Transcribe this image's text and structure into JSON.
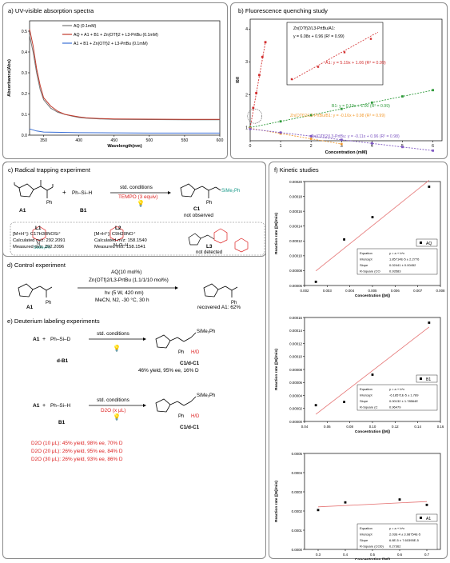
{
  "panel_a": {
    "title": "a) UV-visible absorption spectra",
    "legend": [
      "AQ (0.1mM)",
      "AQ + A1 + B1 + Zn(OTf)2 + L3-PrtBu (0.1mM)",
      "A1 + B1 + Zn(OTf)2 + L3-PrtBu (0.1mM)"
    ]
  },
  "panel_b": {
    "title": "b) Fluorescence quenching study",
    "inset_title": "Zn(OTf)2/L3-PrtBu/A1:",
    "inset_eq": "y = 6.08x + 0.96 (R² = 0.99)",
    "eq_a1": "A1: y = 5.19x + 1.06 (R² = 0.99)",
    "eq_b1": "B1: y = 0.19x + 1.00 (R² = 0.99)",
    "eq_znb1": "Zn(OTf)2/L3-PrtBu/B1: y = -0.16x + 0.98 (R² = 0.99)",
    "eq_zn": "Zn(OTf)2/L3-PrtBu: y = -0.11x + 0.96 (R² = 0.98)"
  },
  "chart_data": [
    {
      "type": "line",
      "title": "a) UV-visible absorption spectra",
      "xlabel": "Wavelength(nm)",
      "ylabel": "Absorbance(Abs)",
      "xlim": [
        330,
        600
      ],
      "ylim": [
        0,
        0.55
      ],
      "x_ticks": [
        "350",
        "400",
        "450",
        "500",
        "550",
        "600"
      ],
      "y_ticks": [
        "0.0",
        "0.1",
        "0.2",
        "0.3",
        "0.4",
        "0.5"
      ],
      "series": [
        {
          "name": "AQ (0.1mM)",
          "color": "#777777",
          "x": [
            330,
            335,
            340,
            345,
            350,
            360,
            370,
            380,
            390,
            400,
            410,
            420,
            430,
            450,
            500,
            550,
            600
          ],
          "y": [
            0.48,
            0.4,
            0.3,
            0.22,
            0.17,
            0.13,
            0.11,
            0.1,
            0.092,
            0.085,
            0.082,
            0.08,
            0.078,
            0.076,
            0.075,
            0.074,
            0.074
          ]
        },
        {
          "name": "AQ + A1 + B1 + Zn(OTf)2 + L3-PrtBu (0.1mM)",
          "color": "#c0392b",
          "x": [
            330,
            335,
            340,
            345,
            350,
            360,
            370,
            380,
            390,
            400,
            410,
            420,
            430,
            450,
            500,
            550,
            600
          ],
          "y": [
            0.51,
            0.43,
            0.32,
            0.24,
            0.18,
            0.14,
            0.115,
            0.1,
            0.094,
            0.088,
            0.084,
            0.082,
            0.08,
            0.078,
            0.077,
            0.076,
            0.076
          ]
        },
        {
          "name": "A1 + B1 + Zn(OTf)2 + L3-PrtBu (0.1mM)",
          "color": "#3a6fd6",
          "x": [
            330,
            340,
            350,
            400,
            450,
            500,
            550,
            600
          ],
          "y": [
            0.03,
            0.02,
            0.015,
            0.012,
            0.011,
            0.01,
            0.01,
            0.01
          ]
        }
      ]
    },
    {
      "type": "scatter",
      "title": "b) Fluorescence quenching study",
      "xlabel": "Concentration (mM)",
      "ylabel": "I0/I",
      "xlim": [
        0,
        6.3
      ],
      "ylim": [
        0.6,
        4.3
      ],
      "x_ticks": [
        "0",
        "1",
        "2",
        "3",
        "4",
        "5",
        "6"
      ],
      "y_ticks": [
        "1",
        "2",
        "3",
        "4"
      ],
      "series": [
        {
          "name": "A1",
          "color": "#d32f2f",
          "x": [
            0,
            0.1,
            0.2,
            0.3,
            0.4,
            0.5
          ],
          "y": [
            1.0,
            1.6,
            2.05,
            2.6,
            3.15,
            3.6
          ]
        },
        {
          "name": "B1",
          "color": "#2e9a3a",
          "x": [
            0,
            1,
            2,
            3,
            4,
            5,
            6
          ],
          "y": [
            1.0,
            1.19,
            1.38,
            1.57,
            1.76,
            1.95,
            2.14
          ]
        },
        {
          "name": "Zn(OTf)2/L3-PrtBu/B1",
          "color": "#f39c32",
          "x": [
            0,
            1,
            2,
            3
          ],
          "y": [
            0.98,
            0.82,
            0.66,
            0.5
          ]
        },
        {
          "name": "Zn(OTf)2/L3-PrtBu",
          "color": "#7e57c2",
          "x": [
            0,
            1,
            2,
            3,
            4,
            5,
            6
          ],
          "y": [
            0.96,
            0.85,
            0.74,
            0.63,
            0.52,
            0.41,
            0.3
          ]
        }
      ]
    },
    {
      "type": "scatter",
      "xlabel": "Concentration ([M])",
      "ylabel": "Reaction rate ([M]/min)",
      "xlim": [
        0.002,
        0.008
      ],
      "ylim": [
        6e-05,
        0.0002
      ],
      "x_ticks": [
        "0.002",
        "0.003",
        "0.004",
        "0.005",
        "0.006",
        "0.007",
        "0.008"
      ],
      "y_ticks": [
        "0.00006",
        "0.00008",
        "0.00010",
        "0.00012",
        "0.00014",
        "0.00016",
        "0.00018",
        "0.00020"
      ],
      "legend": "AQ",
      "table": [
        [
          "Equation",
          "y = a + b*x"
        ],
        [
          "Intercept",
          "1.85714E-5 ± 2.2776"
        ],
        [
          "Slope",
          "0.02441 ± 0.00452"
        ],
        [
          "R-Square (CO",
          "0.93583"
        ]
      ],
      "series": [
        {
          "name": "AQ",
          "x": [
            0.0025,
            0.00375,
            0.005,
            0.0075
          ],
          "y": [
            6.5e-05,
            0.000122,
            0.000152,
            0.000193
          ]
        }
      ]
    },
    {
      "type": "scatter",
      "xlabel": "Concentration ([M])",
      "ylabel": "Reaction rate ([M]/min)",
      "xlim": [
        0.04,
        0.16
      ],
      "ylim": [
        0,
        0.00016
      ],
      "x_ticks": [
        "0.04",
        "0.06",
        "0.08",
        "0.10",
        "0.12",
        "0.14",
        "0.16"
      ],
      "y_ticks": [
        "0.00000",
        "0.00002",
        "0.00004",
        "0.00006",
        "0.00008",
        "0.00010",
        "0.00012",
        "0.00014",
        "0.00016"
      ],
      "legend": "B1",
      "table": [
        [
          "Equation",
          "y = a + b*x"
        ],
        [
          "Intercept",
          "-6.18571E-5 ± 1.789"
        ],
        [
          "Slope",
          "0.00132 ± 1.78564E"
        ],
        [
          "R-Square (C",
          "0.96479"
        ]
      ],
      "series": [
        {
          "name": "B1",
          "x": [
            0.05,
            0.075,
            0.1,
            0.15
          ],
          "y": [
            2.5e-05,
            3e-05,
            7.2e-05,
            0.000152
          ]
        }
      ]
    },
    {
      "type": "scatter",
      "xlabel": "Concentration ([M])",
      "ylabel": "Reaction rate ([M]/min)",
      "xlim": [
        0.25,
        0.75
      ],
      "ylim": [
        0,
        0.0005
      ],
      "x_ticks": [
        "0.3",
        "0.4",
        "0.5",
        "0.6",
        "0.7"
      ],
      "y_ticks": [
        "0.0000",
        "0.0001",
        "0.0002",
        "0.0003",
        "0.0004",
        "0.0005"
      ],
      "legend": "A1",
      "table": [
        [
          "Equation",
          "y = a + b*x"
        ],
        [
          "Intercept",
          "2.03E-4 ± 3.98754E-5"
        ],
        [
          "Slope",
          "6.8E-5 ± 7.60395E-5"
        ],
        [
          "R-Square (COD)",
          "0.27362"
        ]
      ],
      "series": [
        {
          "name": "A1",
          "x": [
            0.3,
            0.4,
            0.6,
            0.7
          ],
          "y": [
            0.000205,
            0.000245,
            0.00026,
            0.000232
          ]
        }
      ]
    }
  ],
  "panel_c": {
    "title": "c) Radical trapping experiment",
    "arrow_top": "std. conditions",
    "arrow_bottom": "TEMPO (3 equiv)",
    "lbl_a1": "A1",
    "lbl_b1": "B1",
    "lbl_c1": "C1",
    "c1_note": "not observed",
    "l1": "L1",
    "l1_ion": "[M+H⁺]: C17H30NOSi⁺",
    "l1_calc": "Calculated m/z: 292.2091",
    "l1_meas": "Measured m/z: 292.2096",
    "l2": "L2",
    "l2_ion": "[M+H⁺]: C9H20NO⁺",
    "l2_calc": "Calculated m/z: 158.1540",
    "l2_meas": "Measured m/z: 158.1541",
    "l3": "L3",
    "l3_note": "not detected"
  },
  "panel_d": {
    "title": "d) Control experiment",
    "cond1": "AQ(10 mol%)",
    "cond2": "Zn(OTf)2/L3-PrtBu (1.1/1/10 mol%)",
    "cond3": "hv (5 W, 420 nm)",
    "cond4": "MeCN, N2, -30 °C, 30 h",
    "lbl_a1": "A1",
    "result": "recovered A1: 62%"
  },
  "panel_e": {
    "title": "e) Deuterium labeling experiments",
    "arrow1": "std. conditions",
    "lbl_db1": "d-B1",
    "prod1": "C1/d-C1",
    "res1": "46% yield, 95% ee, 16% D",
    "arrow2": "std. conditions",
    "arrow2_b": "D2O (x μL)",
    "lbl_b1": "B1",
    "prod2": "C1/d-C1",
    "rows": [
      "D2O (10 μL): 45% yield, 98% ee, 70% D",
      "D2O (20 μL): 26% yield, 95% ee, 84% D",
      "D2O (30 μL): 26% yield, 93% ee, 86% D"
    ]
  },
  "panel_f": {
    "title": "f) Kinetic studies"
  }
}
